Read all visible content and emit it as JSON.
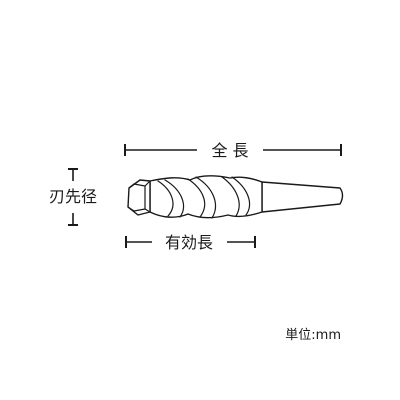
{
  "labels": {
    "total_length": "全 長",
    "effective_length": "有効長",
    "tip_diameter": "刃先径",
    "unit": "単位:mm"
  },
  "colors": {
    "line": "#1a1a1a",
    "background": "#ffffff"
  }
}
